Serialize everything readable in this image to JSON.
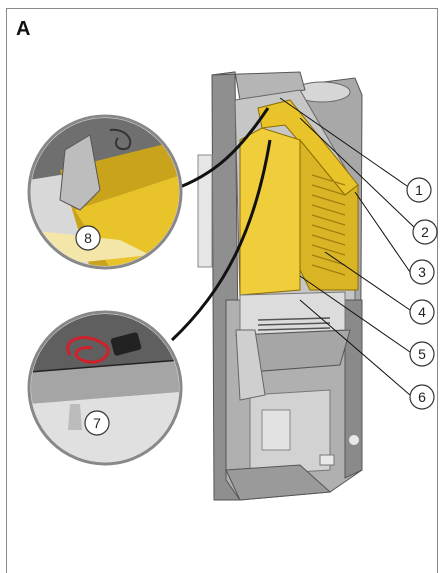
{
  "figure": {
    "panel_label": "A"
  },
  "callouts": [
    {
      "label": "1"
    },
    {
      "label": "2"
    },
    {
      "label": "3"
    },
    {
      "label": "4"
    },
    {
      "label": "5"
    },
    {
      "label": "6"
    },
    {
      "label": "7"
    },
    {
      "label": "8"
    }
  ],
  "colors": {
    "insulation_yellow": "#e8c32a",
    "insulation_shadow": "#c9a31c",
    "stove_body": "#9a9a9a",
    "stove_dark": "#6e6e6e",
    "stove_light": "#c8c8c8",
    "cable_red": "#d0202a",
    "leader_line": "#111111"
  }
}
